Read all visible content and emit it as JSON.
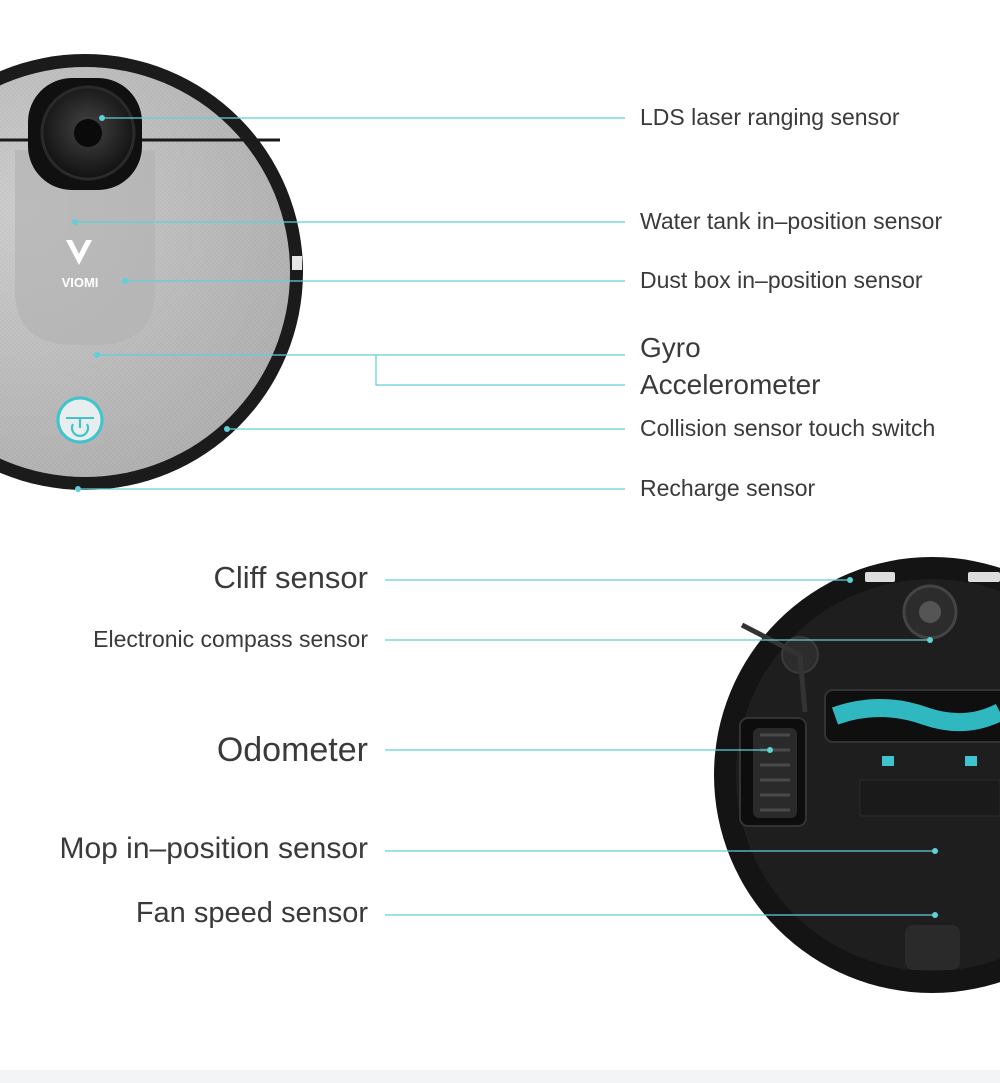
{
  "brand": {
    "logo_text": "VIOMI",
    "accent_color": "#3fc4cf"
  },
  "top_labels": {
    "lds": "LDS laser ranging sensor",
    "water_tank": "Water tank in–position sensor",
    "dust_box": "Dust box in–position sensor",
    "gyro": "Gyro",
    "accelerometer": "Accelerometer",
    "collision": "Collision sensor touch switch",
    "recharge": "Recharge sensor"
  },
  "bottom_labels": {
    "cliff": "Cliff sensor",
    "compass": "Electronic compass sensor",
    "odometer": "Odometer",
    "mop": "Mop in–position sensor",
    "fan": "Fan speed sensor"
  },
  "icons": {
    "power": "power-icon",
    "logo": "viomi-logo-icon"
  }
}
